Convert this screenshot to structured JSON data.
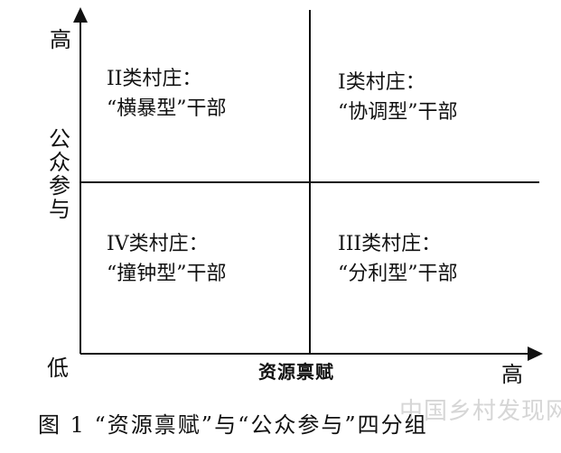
{
  "axes": {
    "high_top": "高",
    "low": "低",
    "high_right": "高",
    "y_title": "公众参与",
    "x_title": "资源禀赋"
  },
  "quadrants": {
    "top_left": {
      "title": "II类村庄：",
      "subtitle": "“横暴型”干部"
    },
    "top_right": {
      "title": "I类村庄：",
      "subtitle": "“协调型”干部"
    },
    "bottom_left": {
      "title": "IV类村庄：",
      "subtitle": "“撞钟型”干部"
    },
    "bottom_right": {
      "title": "III类村庄：",
      "subtitle": "“分利型”干部"
    }
  },
  "caption": "图 1 “资源禀赋”与“公众参与”四分组",
  "watermark": "中国乡村发现网",
  "colors": {
    "line": "#111111",
    "text": "#111111",
    "watermark": "#d6d6d6",
    "background": "#ffffff"
  }
}
